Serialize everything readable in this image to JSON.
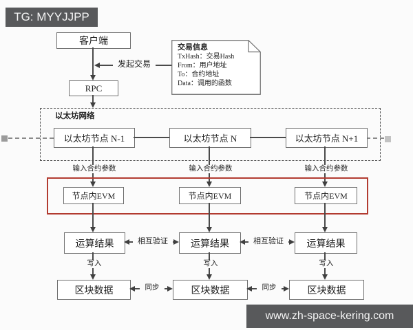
{
  "watermarks": {
    "top": "TG: MYYJJPP",
    "bottom": "www.zh-space-kering.com"
  },
  "colors": {
    "banner_bg": "#58595b",
    "line": "#4a4a4a",
    "highlight_red": "#b23b30"
  },
  "flow": {
    "client": "客户端",
    "rpc": "RPC",
    "initiate_tx": "发起交易",
    "tx_info": {
      "title": "交易信息",
      "lines": [
        "TxHash：交易Hash",
        "From：用户地址",
        "To：合约地址",
        "Data：调用的函数"
      ]
    },
    "network": {
      "label": "以太坊网络",
      "nodes": [
        "以太坊节点 N-1",
        "以太坊节点 N",
        "以太坊节点 N+1"
      ]
    },
    "input_params": "输入合约参数",
    "evm": "节点内EVM",
    "result": "运算结果",
    "verify": "相互验证",
    "write": "写入",
    "block": "区块数据",
    "sync": "同步"
  }
}
